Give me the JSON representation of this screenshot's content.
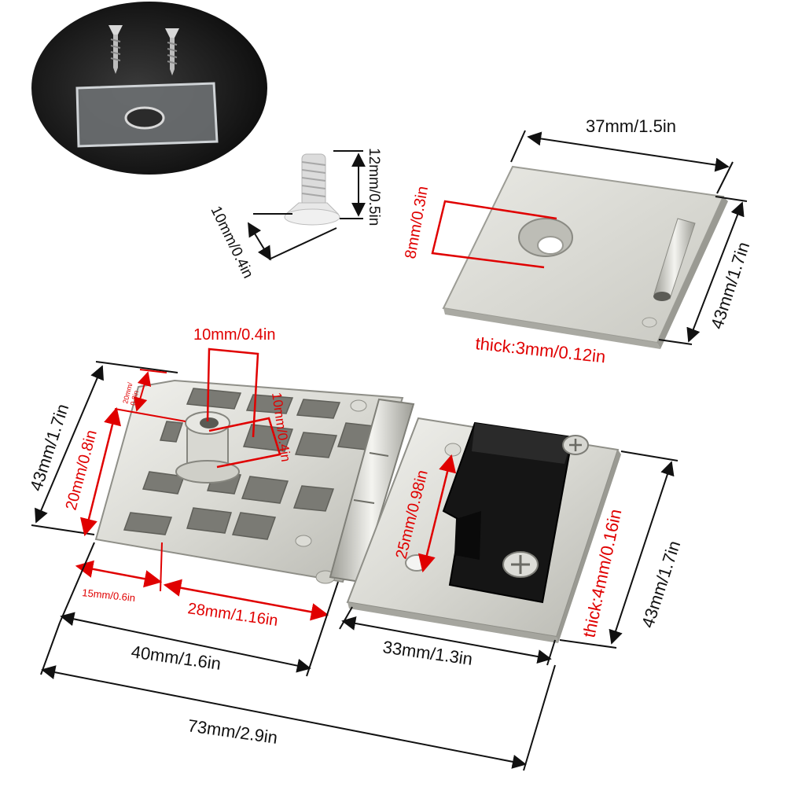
{
  "labels": {
    "plate_width": "37mm/1.5in",
    "plate_height": "43mm/1.7in",
    "plate_thick": "thick:3mm/0.12in",
    "plate_hole": "8mm/0.3in",
    "screw_len": "12mm/0.5in",
    "screw_head": "10mm/0.4in",
    "hinge_left_height": "43mm/1.7in",
    "hinge_20mm": "20mm/0.8in",
    "hinge_20mm_small": "20mm/\n0.8in",
    "hinge_10mm_top": "10mm/0.4in",
    "hinge_10mm_diag": "10mm/0.4in",
    "hinge_15mm": "15mm/0.6in",
    "hinge_28mm": "28mm/1.16in",
    "hinge_40mm": "40mm/1.6in",
    "hinge_33mm": "33mm/1.3in",
    "hinge_73mm": "73mm/2.9in",
    "hinge_25mm": "25mm/0.98in",
    "hinge_thick": "thick:4mm/0.16in",
    "hinge_right_height": "43mm/1.7in"
  },
  "colors": {
    "dimension_black": "#111111",
    "dimension_red": "#e00000",
    "metal_light": "#e4e4e0",
    "metal_mid": "#c8c8c2",
    "metal_dark": "#8f8f88",
    "rubber_black": "#151515",
    "inset_bg": "#1c1c1c"
  },
  "icons": {
    "inset": "screws-and-pad-photo",
    "screw": "countersunk-screw",
    "plate": "mounting-plate",
    "hinge": "glass-hinge"
  }
}
